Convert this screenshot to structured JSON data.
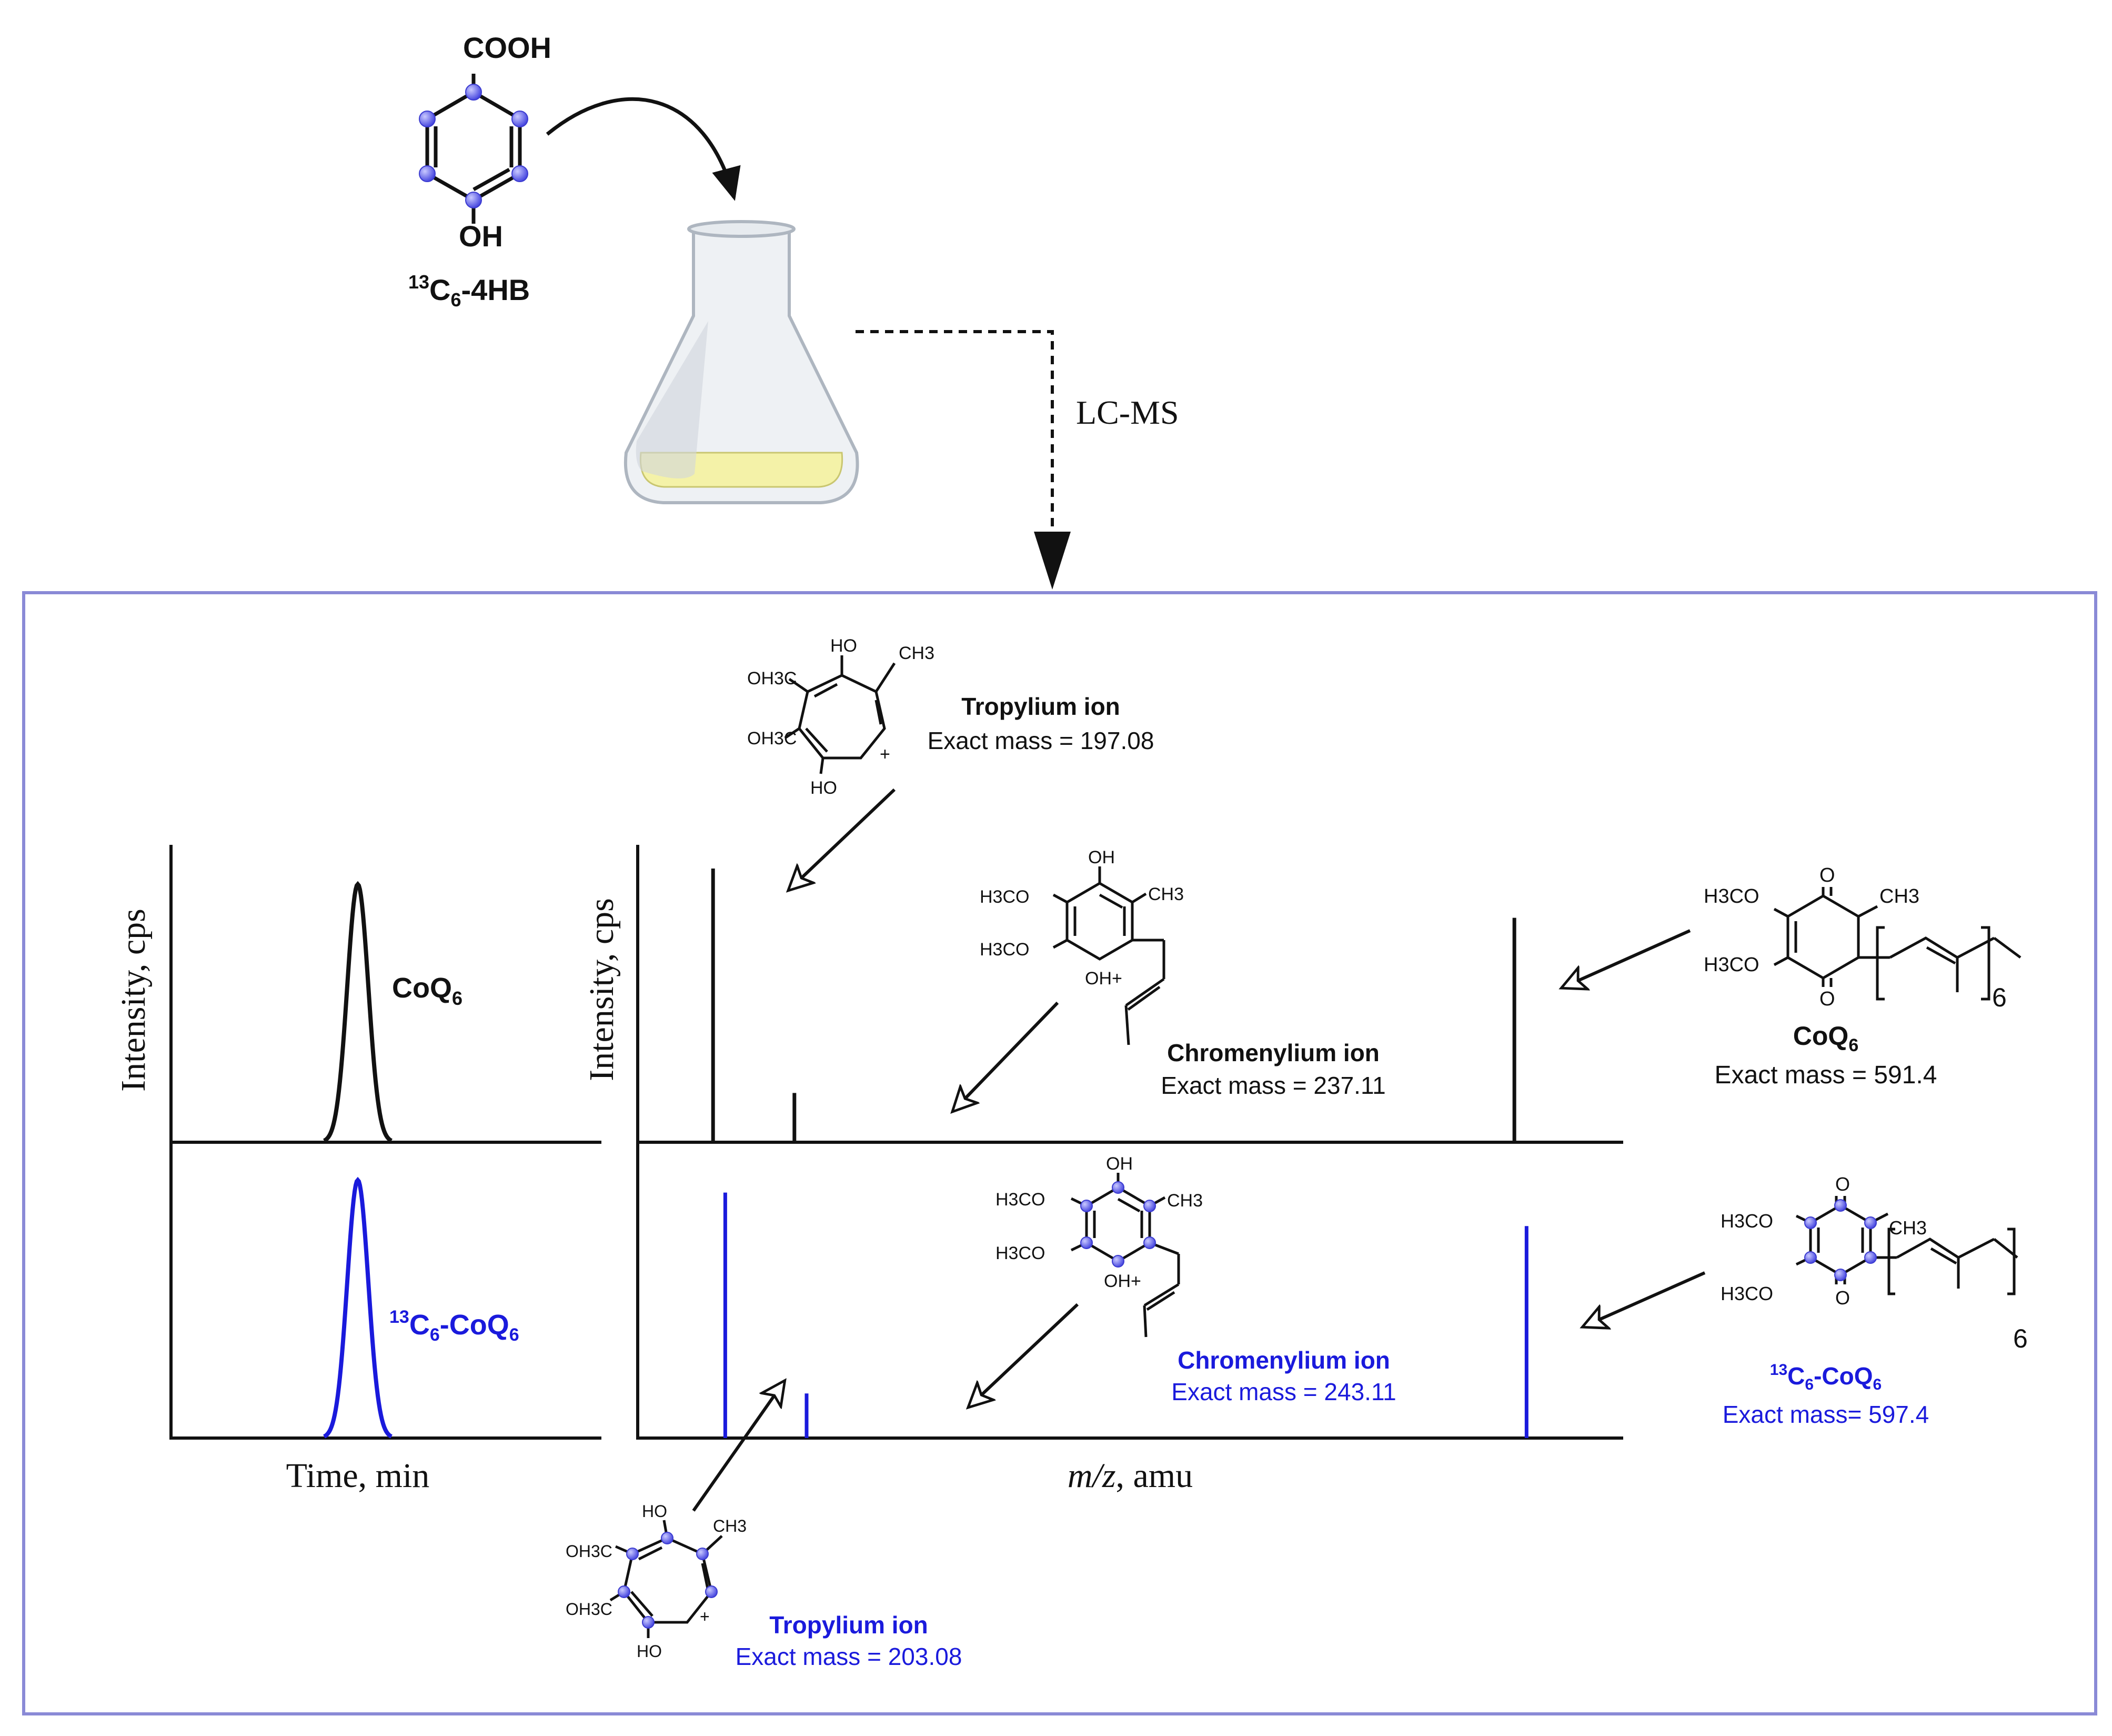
{
  "colors": {
    "black": "#111111",
    "blue": "#1a1adc",
    "frame": "#8a8ad6",
    "atom": "#6f6ff2",
    "liquid": "#f4f2a8",
    "flask": "#dfe4ea"
  },
  "precursor": {
    "top_group": "COOH",
    "bottom_group": "OH",
    "label_sup": "13",
    "label_c": "C",
    "label_sub": "6",
    "label_rest": "-4HB"
  },
  "method_label": "LC-MS",
  "chromatogram": {
    "ylabel": "Intensity, cps",
    "xlabel": "Time, min",
    "top_trace_label": "CoQ",
    "top_trace_sub": "6",
    "bottom_trace_sup": "13",
    "bottom_trace_c": "C",
    "bottom_trace_sub1": "6",
    "bottom_trace_rest": "-CoQ",
    "bottom_trace_sub2": "6"
  },
  "spectrum": {
    "ylabel": "Intensity, cps",
    "xlabel_italic": "m/z",
    "xlabel_rest": ", amu"
  },
  "chart_data": [
    {
      "type": "line",
      "panel": "unlabeled",
      "series": [
        {
          "name": "CoQ6",
          "peak_shape": "gaussian",
          "color": "#111111"
        }
      ]
    },
    {
      "type": "line",
      "panel": "labeled",
      "series": [
        {
          "name": "13C6-CoQ6",
          "peak_shape": "gaussian",
          "color": "#1a1adc"
        }
      ]
    },
    {
      "type": "bar",
      "panel": "unlabeled",
      "x": [
        197.08,
        237.11,
        591.4
      ],
      "values": [
        1.0,
        0.18,
        0.82
      ],
      "labels": [
        "Tropylium ion",
        "Chromenylium ion",
        "CoQ6"
      ]
    },
    {
      "type": "bar",
      "panel": "labeled",
      "x": [
        203.08,
        243.11,
        597.4
      ],
      "values": [
        0.88,
        0.16,
        0.76
      ],
      "labels": [
        "Tropylium ion",
        "Chromenylium ion",
        "13C6-CoQ6"
      ]
    }
  ],
  "ions": {
    "tropylium_top": {
      "name": "Tropylium ion",
      "mass": "Exact mass = 197.08",
      "groups": {
        "oh_top": "HO",
        "ome1": "OH3C",
        "ome2": "OH3C",
        "ch3": "CH3",
        "oh_bot": "HO",
        "charge": "+"
      }
    },
    "chromenylium_top": {
      "name": "Chromenylium ion",
      "mass": "Exact mass = 237.11",
      "groups": {
        "oh": "OH",
        "h3co1": "H3CO",
        "h3co2": "H3CO",
        "ch3": "CH3",
        "ohplus": "OH+"
      }
    },
    "coq6_top": {
      "name": "CoQ",
      "name_sub": "6",
      "mass": "Exact mass = 591.4",
      "groups": {
        "o_top": "O",
        "o_bot": "O",
        "h3co1": "H3CO",
        "h3co2": "H3CO",
        "ch3": "CH3",
        "repeat": "6"
      }
    },
    "chromenylium_bot": {
      "name": "Chromenylium ion",
      "mass": "Exact mass = 243.11",
      "groups": {
        "oh": "OH",
        "h3co1": "H3CO",
        "h3co2": "H3CO",
        "ch3": "CH3",
        "ohplus": "OH+"
      }
    },
    "coq6_bot": {
      "name_sup": "13",
      "name_c": "C",
      "name_sub1": "6",
      "name_rest": "-CoQ",
      "name_sub2": "6",
      "mass": "Exact mass= 597.4",
      "groups": {
        "o_top": "O",
        "o_bot": "O",
        "h3co1": "H3CO",
        "h3co2": "H3CO",
        "ch3": "CH3",
        "repeat": "6"
      }
    },
    "tropylium_bot": {
      "name": "Tropylium ion",
      "mass": "Exact mass = 203.08",
      "groups": {
        "oh_top": "HO",
        "ome1": "OH3C",
        "ome2": "OH3C",
        "ch3": "CH3",
        "oh_bot": "HO",
        "charge": "+"
      }
    }
  }
}
